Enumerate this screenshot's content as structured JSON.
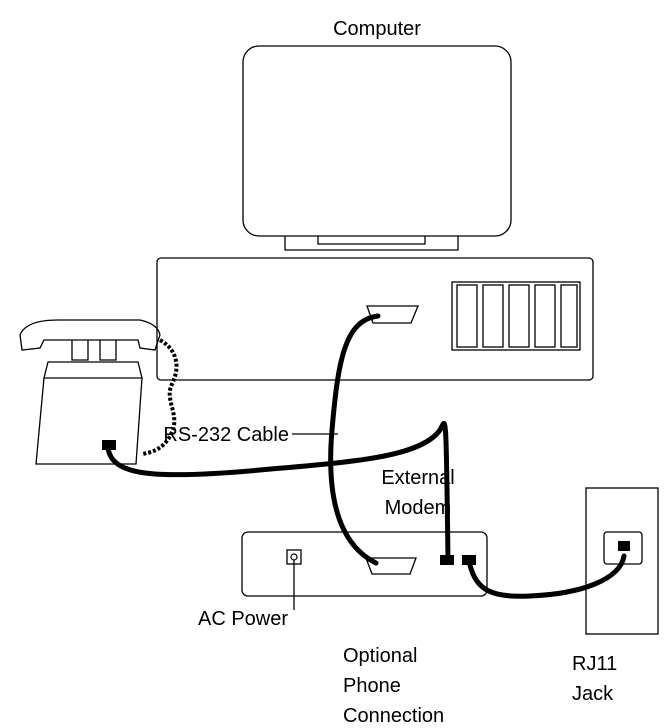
{
  "labels": {
    "computer": "Computer",
    "rs232": "RS-232 Cable",
    "modem_line1": "External",
    "modem_line2": "Modem",
    "ac_power": "AC Power",
    "phone_line1": "Optional",
    "phone_line2": "Phone",
    "phone_line3": "Connection",
    "jack_line1": "RJ11",
    "jack_line2": "Jack"
  }
}
